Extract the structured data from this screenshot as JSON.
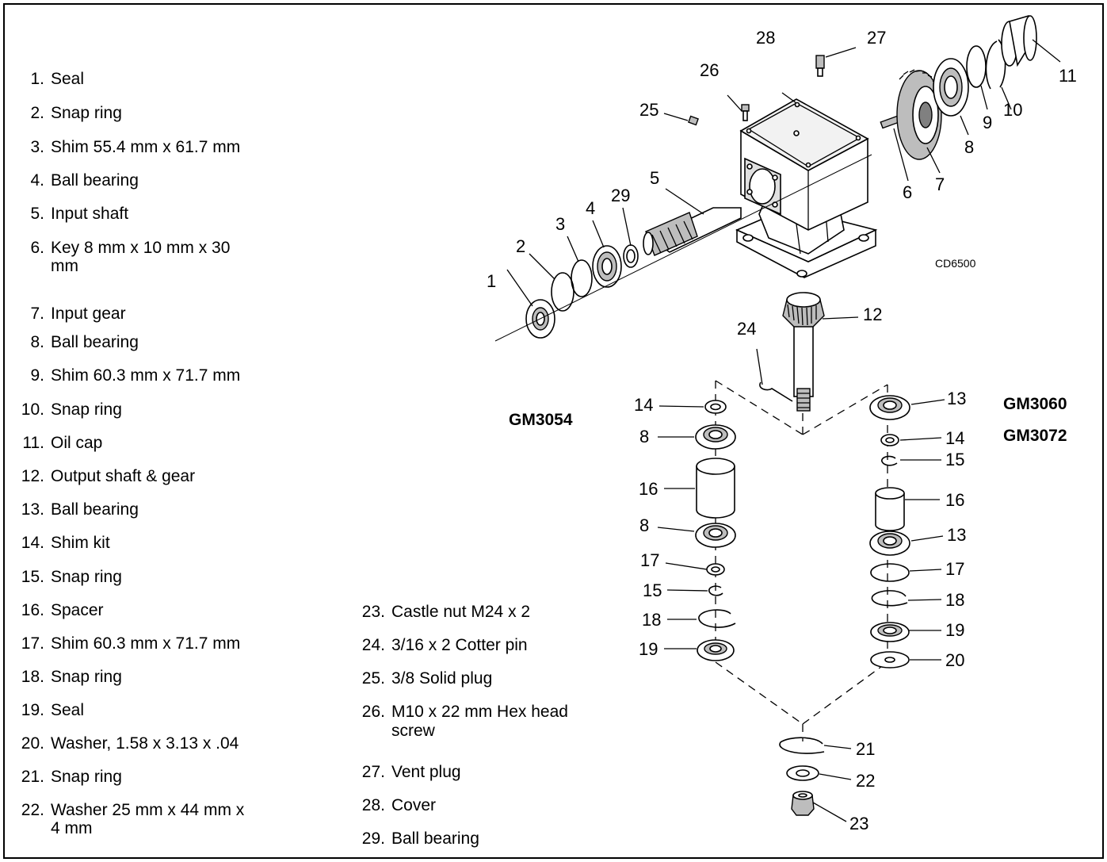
{
  "parts_left": [
    {
      "num": "1.",
      "text": "Seal"
    },
    {
      "num": "2.",
      "text": "Snap ring"
    },
    {
      "num": "3.",
      "text": "Shim 55.4 mm x 61.7 mm"
    },
    {
      "num": "4.",
      "text": "Ball bearing"
    },
    {
      "num": "5.",
      "text": "Input shaft"
    },
    {
      "num": "6.",
      "text": "Key 8 mm x 10 mm x 30",
      "text2": "mm"
    },
    {
      "num": "7.",
      "text": "Input gear"
    },
    {
      "num": "8.",
      "text": "Ball bearing"
    },
    {
      "num": "9.",
      "text": "Shim 60.3 mm x 71.7 mm"
    },
    {
      "num": "10.",
      "text": "Snap ring"
    },
    {
      "num": "11.",
      "text": "Oil cap"
    },
    {
      "num": "12.",
      "text": "Output shaft & gear"
    },
    {
      "num": "13.",
      "text": "Ball bearing"
    },
    {
      "num": "14.",
      "text": "Shim kit"
    },
    {
      "num": "15.",
      "text": "Snap ring"
    },
    {
      "num": "16.",
      "text": "Spacer"
    },
    {
      "num": "17.",
      "text": "Shim 60.3 mm x 71.7 mm"
    },
    {
      "num": "18.",
      "text": "Snap ring"
    },
    {
      "num": "19.",
      "text": "Seal"
    },
    {
      "num": "20.",
      "text": "Washer, 1.58 x 3.13 x .04"
    },
    {
      "num": "21.",
      "text": "Snap ring"
    },
    {
      "num": "22.",
      "text": "Washer 25 mm x 44 mm x",
      "text2": "4 mm"
    }
  ],
  "parts_right": [
    {
      "num": "23.",
      "text": "Castle nut M24 x 2"
    },
    {
      "num": "24.",
      "text": "3/16 x 2 Cotter pin"
    },
    {
      "num": "25.",
      "text": "3/8 Solid plug"
    },
    {
      "num": "26.",
      "text": "M10 x 22 mm Hex head",
      "text2": "screw"
    },
    {
      "num": "27.",
      "text": "Vent plug"
    },
    {
      "num": "28.",
      "text": "Cover"
    },
    {
      "num": "29.",
      "text": "Ball bearing"
    }
  ],
  "diagram": {
    "models": {
      "left": "GM3054",
      "right_1": "GM3060",
      "right_2": "GM3072"
    },
    "drawing_code": "CD6500",
    "callouts": {
      "c1": "1",
      "c2": "2",
      "c3": "3",
      "c4": "4",
      "c5": "5",
      "c6": "6",
      "c7": "7",
      "c8": "8",
      "c9": "9",
      "c10": "10",
      "c11": "11",
      "c12": "12",
      "c24": "24",
      "c25": "25",
      "c26": "26",
      "c27": "27",
      "c28": "28",
      "c29": "29",
      "l14": "14",
      "l8a": "8",
      "l16": "16",
      "l8b": "8",
      "l17": "17",
      "l15": "15",
      "l18": "18",
      "l19": "19",
      "r13a": "13",
      "r14": "14",
      "r15": "15",
      "r16": "16",
      "r13b": "13",
      "r17": "17",
      "r18": "18",
      "r19": "19",
      "r20": "20",
      "b21": "21",
      "b22": "22",
      "b23": "23"
    }
  }
}
